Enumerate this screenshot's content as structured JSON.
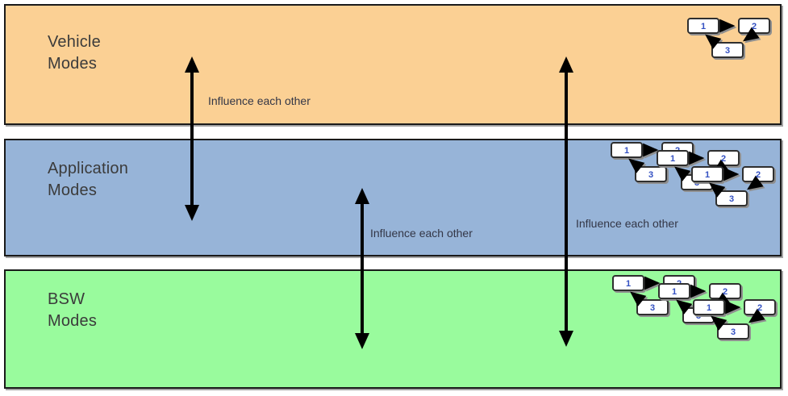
{
  "bands": [
    {
      "id": "vehicle-modes",
      "lines": [
        "Vehicle",
        "Modes"
      ],
      "color": "#FBD094"
    },
    {
      "id": "application-modes",
      "lines": [
        "Application",
        "Modes"
      ],
      "color": "#97B4D8"
    },
    {
      "id": "bsw-modes",
      "lines": [
        "BSW",
        "Modes"
      ],
      "color": "#99FB9D"
    }
  ],
  "arrows": [
    {
      "between": "vehicle-application",
      "label": "Influence each other"
    },
    {
      "between": "application-bsw",
      "label": "Influence each other"
    },
    {
      "between": "vehicle-bsw",
      "label": "Influence each other"
    }
  ],
  "machine": {
    "states": [
      "1",
      "2",
      "3"
    ]
  },
  "colors": {
    "arrow": "#000000",
    "band_border": "#1a1a1a",
    "band_label_text": "#3b3b3b",
    "influence_label_text": "#333646",
    "state_number": "#3350C2",
    "state_box_fill": "#FFFFFF"
  }
}
